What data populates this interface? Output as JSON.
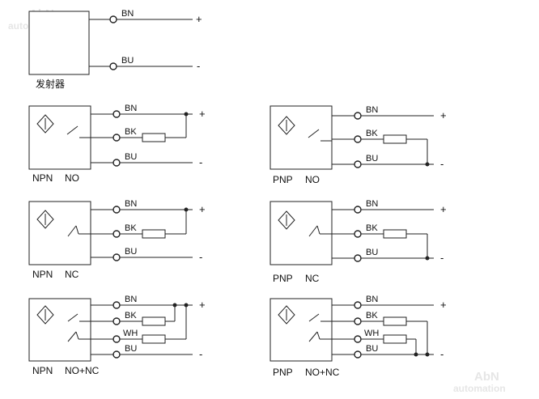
{
  "watermark": {
    "brand": "AbN",
    "sub": "automation"
  },
  "emitter": {
    "caption": "发射器",
    "wires": [
      "BN",
      "BU"
    ],
    "signs": [
      "+",
      "-"
    ]
  },
  "wire_labels": {
    "bn": "BN",
    "bk": "BK",
    "wh": "WH",
    "bu": "BU"
  },
  "signs": {
    "plus": "+",
    "minus": "-"
  },
  "panels": [
    {
      "id": "npn-no",
      "type": "NPN",
      "mode": "NO"
    },
    {
      "id": "pnp-no",
      "type": "PNP",
      "mode": "NO"
    },
    {
      "id": "npn-nc",
      "type": "NPN",
      "mode": "NC"
    },
    {
      "id": "pnp-nc",
      "type": "PNP",
      "mode": "NC"
    },
    {
      "id": "npn-nonc",
      "type": "NPN",
      "mode": "NO+NC"
    },
    {
      "id": "pnp-nonc",
      "type": "PNP",
      "mode": "NO+NC"
    }
  ]
}
